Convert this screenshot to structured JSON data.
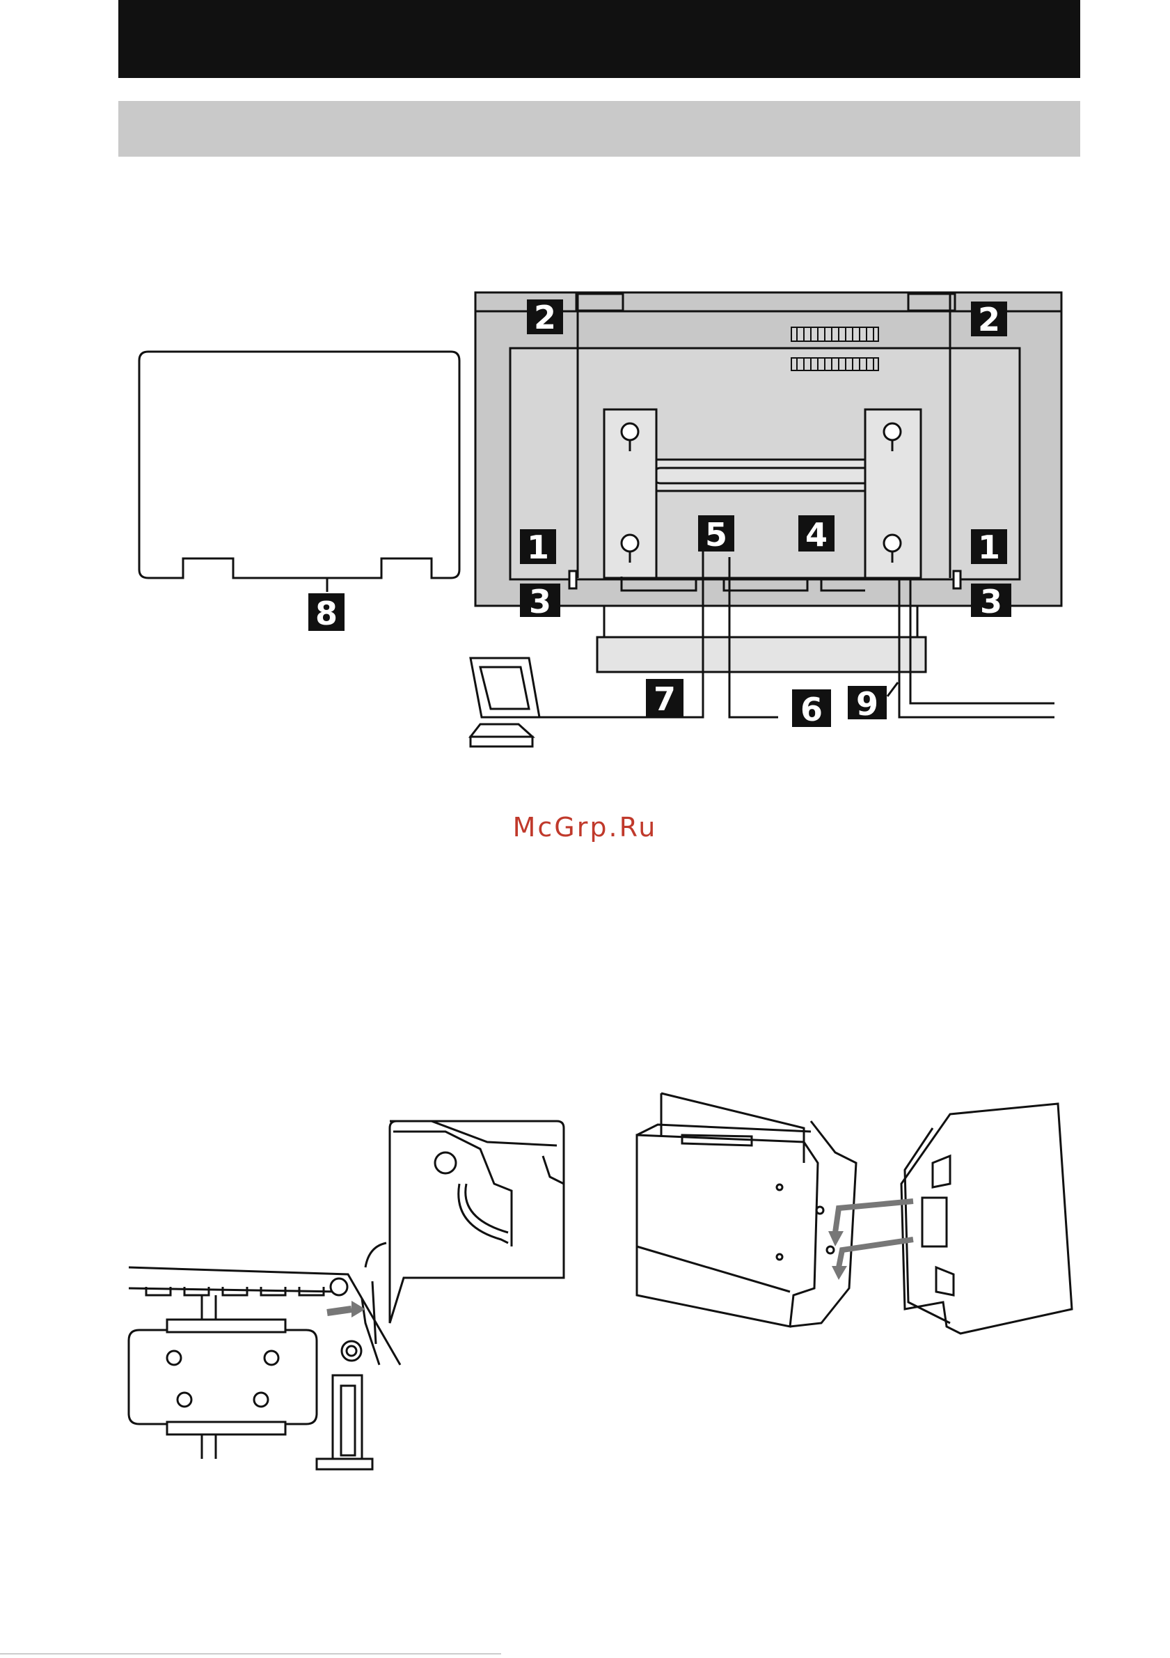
{
  "header": {
    "title": "",
    "subtitle": ""
  },
  "watermark": {
    "text": "McGrp.Ru"
  },
  "figure_top": {
    "callouts": [
      "2",
      "2",
      "1",
      "1",
      "3",
      "3",
      "5",
      "4",
      "8",
      "7",
      "6",
      "9"
    ]
  }
}
